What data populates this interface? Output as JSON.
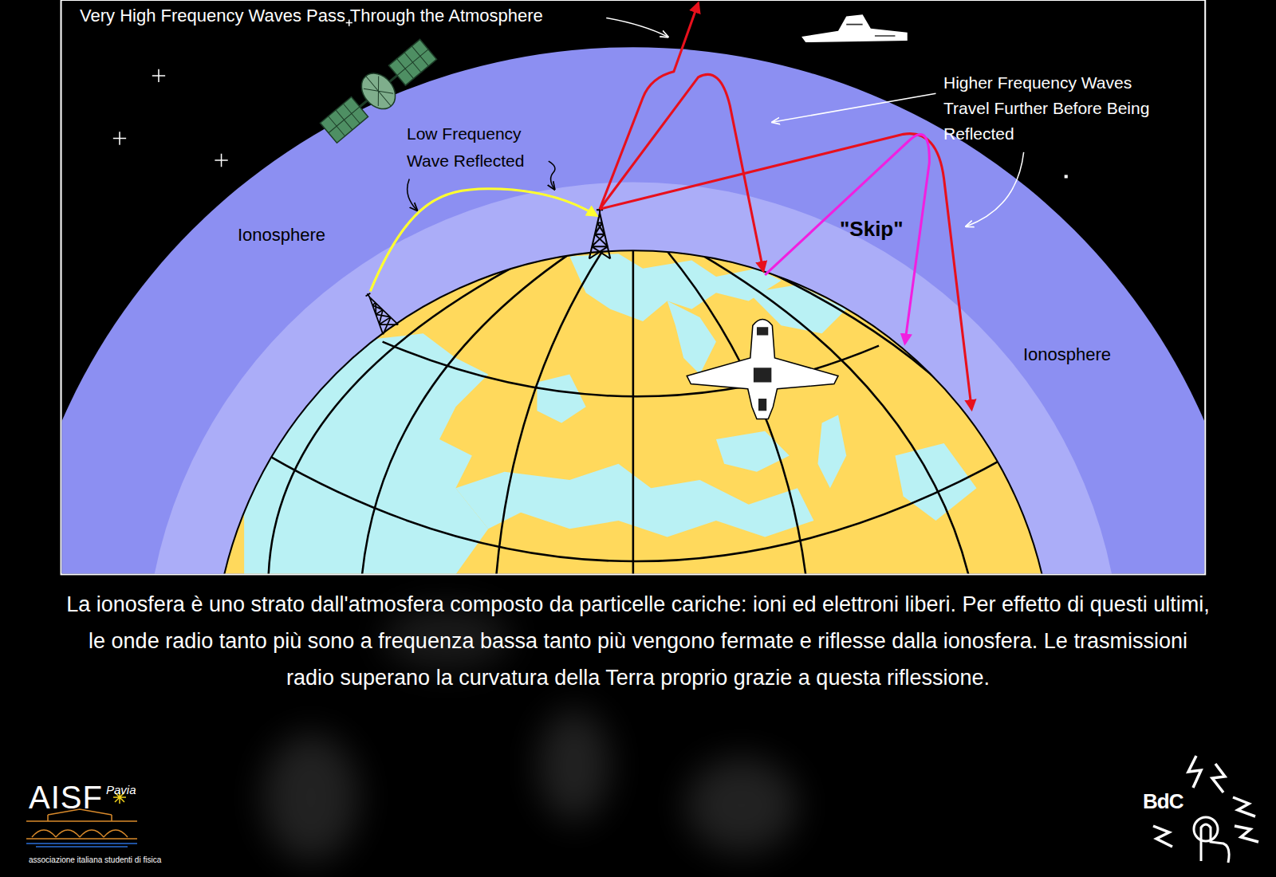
{
  "diagram": {
    "caption": "La ionosfera è uno strato dall'atmosfera composto da particelle cariche: ioni ed elettroni liberi. Per effetto di questi ultimi, le onde radio tanto più sono a frequenza bassa tanto più vengono fermate e riflesse dalla ionosfera. Le trasmissioni radio superano la curvatura della Terra proprio grazie a questa riflessione.",
    "labels": [
      "Very High Frequency Waves Pass Through the Atmosphere",
      "Higher Frequency Waves Travel Further Before Being Reflected",
      "Low Frequency Wave Reflected",
      "Ionosphere",
      "\"Skip\"",
      "Ionosphere",
      "AISF",
      "Pavia",
      "associazione italiana studenti di fisica",
      "BdC"
    ]
  }
}
